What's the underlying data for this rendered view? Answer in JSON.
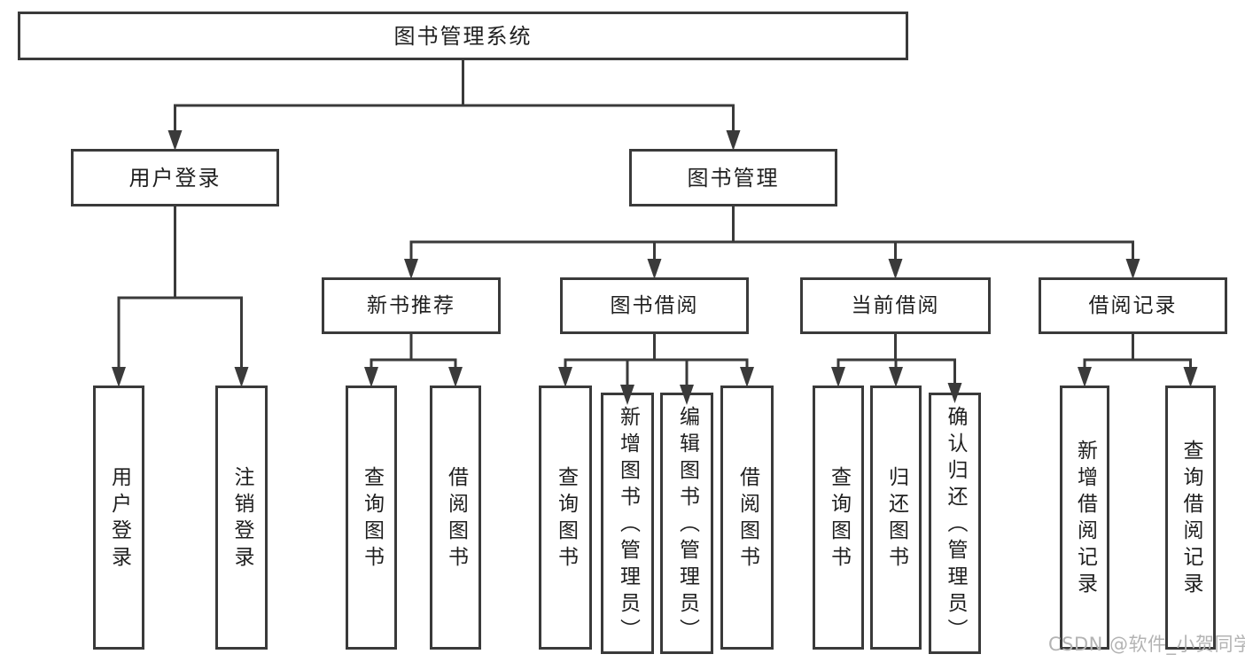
{
  "tree": {
    "label": "图书管理系统",
    "children": [
      {
        "label": "用户登录",
        "children": [
          {
            "label": "用户登录"
          },
          {
            "label": "注销登录"
          }
        ]
      },
      {
        "label": "图书管理",
        "children": [
          {
            "label": "新书推荐",
            "children": [
              {
                "label": "查询图书"
              },
              {
                "label": "借阅图书"
              }
            ]
          },
          {
            "label": "图书借阅",
            "children": [
              {
                "label": "查询图书"
              },
              {
                "label": "新增图书（管理员）"
              },
              {
                "label": "编辑图书（管理员）"
              },
              {
                "label": "借阅图书"
              }
            ]
          },
          {
            "label": "当前借阅",
            "children": [
              {
                "label": "查询图书"
              },
              {
                "label": "归还图书"
              },
              {
                "label": "确认归还（管理员）"
              }
            ]
          },
          {
            "label": "借阅记录",
            "children": [
              {
                "label": "新增借阅记录"
              },
              {
                "label": "查询借阅记录"
              }
            ]
          }
        ]
      }
    ]
  },
  "watermark": "CSDN @软件_小贺同学",
  "colors": {
    "line": "#3a3a3a",
    "text": "#1f1f1f",
    "watermark": "#b3b3b3",
    "background": "#ffffff"
  }
}
